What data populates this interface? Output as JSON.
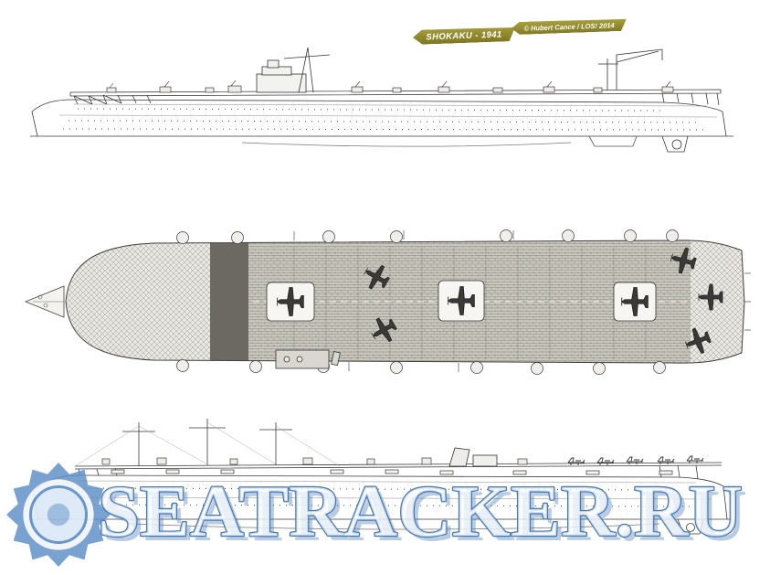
{
  "banners": {
    "title": "SHOKAKU - 1941",
    "credit": "© Hubert Cance / LOS! 2014"
  },
  "watermark": {
    "text": "SEATRACKER.RU",
    "color": "#4679b4"
  },
  "colors": {
    "background": "#ffffff",
    "banner_olive": "#8c8427",
    "drawing_ink": "#3a3a3a",
    "watermark_blue": "#4679b4"
  },
  "icons": {
    "watermark_seal": "starburst-seal-icon"
  }
}
